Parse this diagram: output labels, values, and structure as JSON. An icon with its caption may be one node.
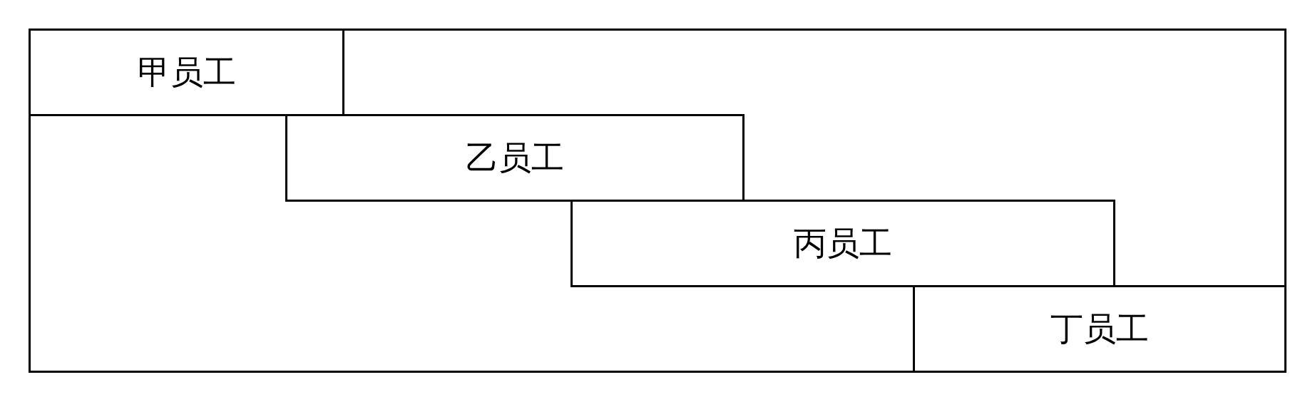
{
  "diagram": {
    "nodes": [
      {
        "text": [],
        "shape": "box"
      },
      {
        "text": [
          "甲员工"
        ],
        "in": 0
      },
      {
        "text": [
          "乙员工"
        ],
        "in": 0
      },
      {
        "text": [
          "丙员工"
        ],
        "in": 0
      },
      {
        "text": [
          "丁员工"
        ],
        "in": 0
      }
    ]
  }
}
